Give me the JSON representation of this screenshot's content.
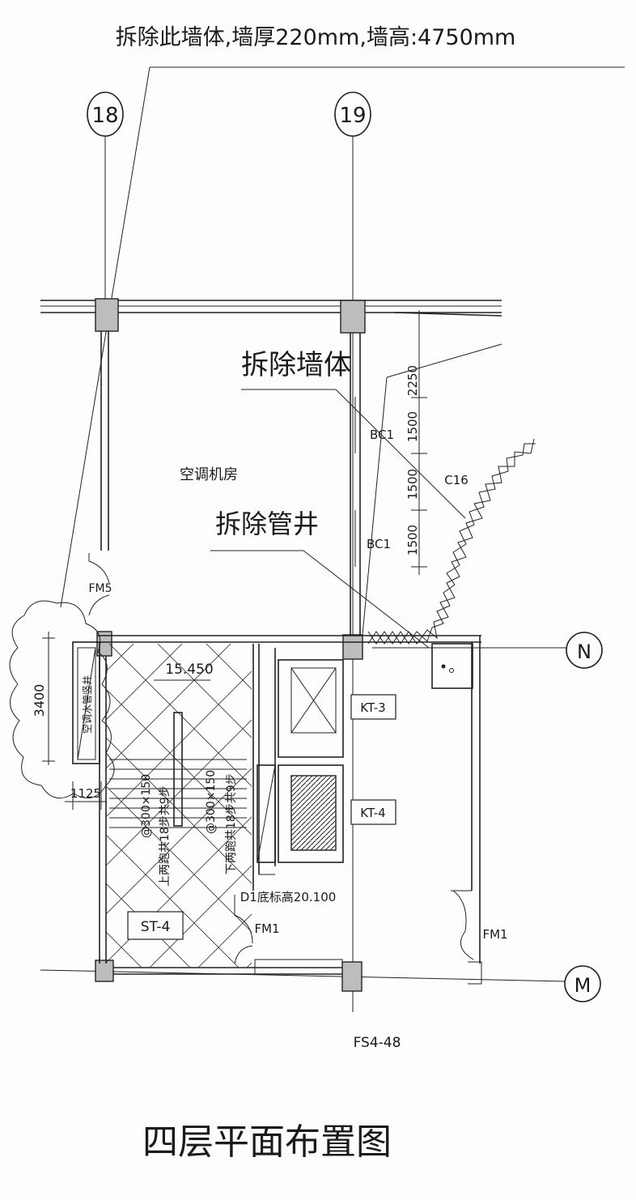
{
  "annotations": {
    "top_note": "拆除此墙体,墙厚220mm,墙高:4750mm",
    "remove_wall": "拆除墙体",
    "remove_shaft": "拆除管井"
  },
  "grid_axes": {
    "col_18": "18",
    "col_19": "19",
    "row_N": "N",
    "row_M": "M"
  },
  "rooms": {
    "ac_room": "空调机房",
    "ac_water_shaft": "空调水管竖井",
    "stair_tag": "ST-4",
    "elevation": "15.450",
    "shaft_d1": "D1底标高20.100"
  },
  "stair_notes": {
    "left_size": "@300×150",
    "left_desc": "上两跑共18步共9步",
    "right_size": "@300×150",
    "right_desc": "下两跑共18步共9步"
  },
  "equipment": {
    "kt3": "KT-3",
    "kt4": "KT-4"
  },
  "doors": {
    "fm5": "FM5",
    "fm1_a": "FM1",
    "fm1_b": "FM1"
  },
  "windows": {
    "bc1_a": "BC1",
    "bc1_b": "BC1",
    "c16": "C16"
  },
  "dimensions": {
    "d2250": "2250",
    "d1500_a": "1500",
    "d1500_b": "1500",
    "d1500_c": "1500",
    "d3400": "3400",
    "d1125": "1125"
  },
  "drawing_code": "FS4-48",
  "drawing_title": "四层平面布置图"
}
